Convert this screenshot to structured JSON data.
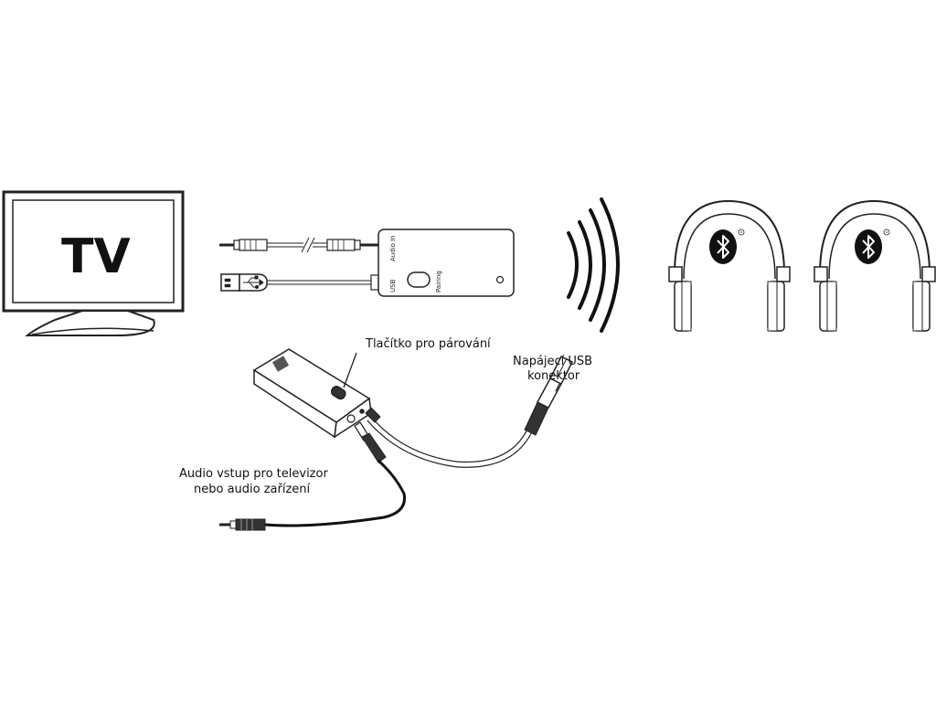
{
  "tv": {
    "label": "TV"
  },
  "transmitter": {
    "port_audio_in": "Audio In",
    "port_usb": "USB",
    "button_label": "Pairing"
  },
  "callouts": {
    "pairing_button": "Tlačítko pro párování",
    "usb_connector_line1": "Napájecí USB",
    "usb_connector_line2": "konektor",
    "audio_input_line1": "Audio vstup pro televizor",
    "audio_input_line2": "nebo audio zařízení"
  },
  "icons": [
    "tv-icon",
    "audio-cable-icon",
    "usb-plug-icon",
    "usb-symbol-icon",
    "wireless-waves-icon",
    "headphones-icon",
    "bluetooth-icon",
    "registered-mark-icon"
  ]
}
